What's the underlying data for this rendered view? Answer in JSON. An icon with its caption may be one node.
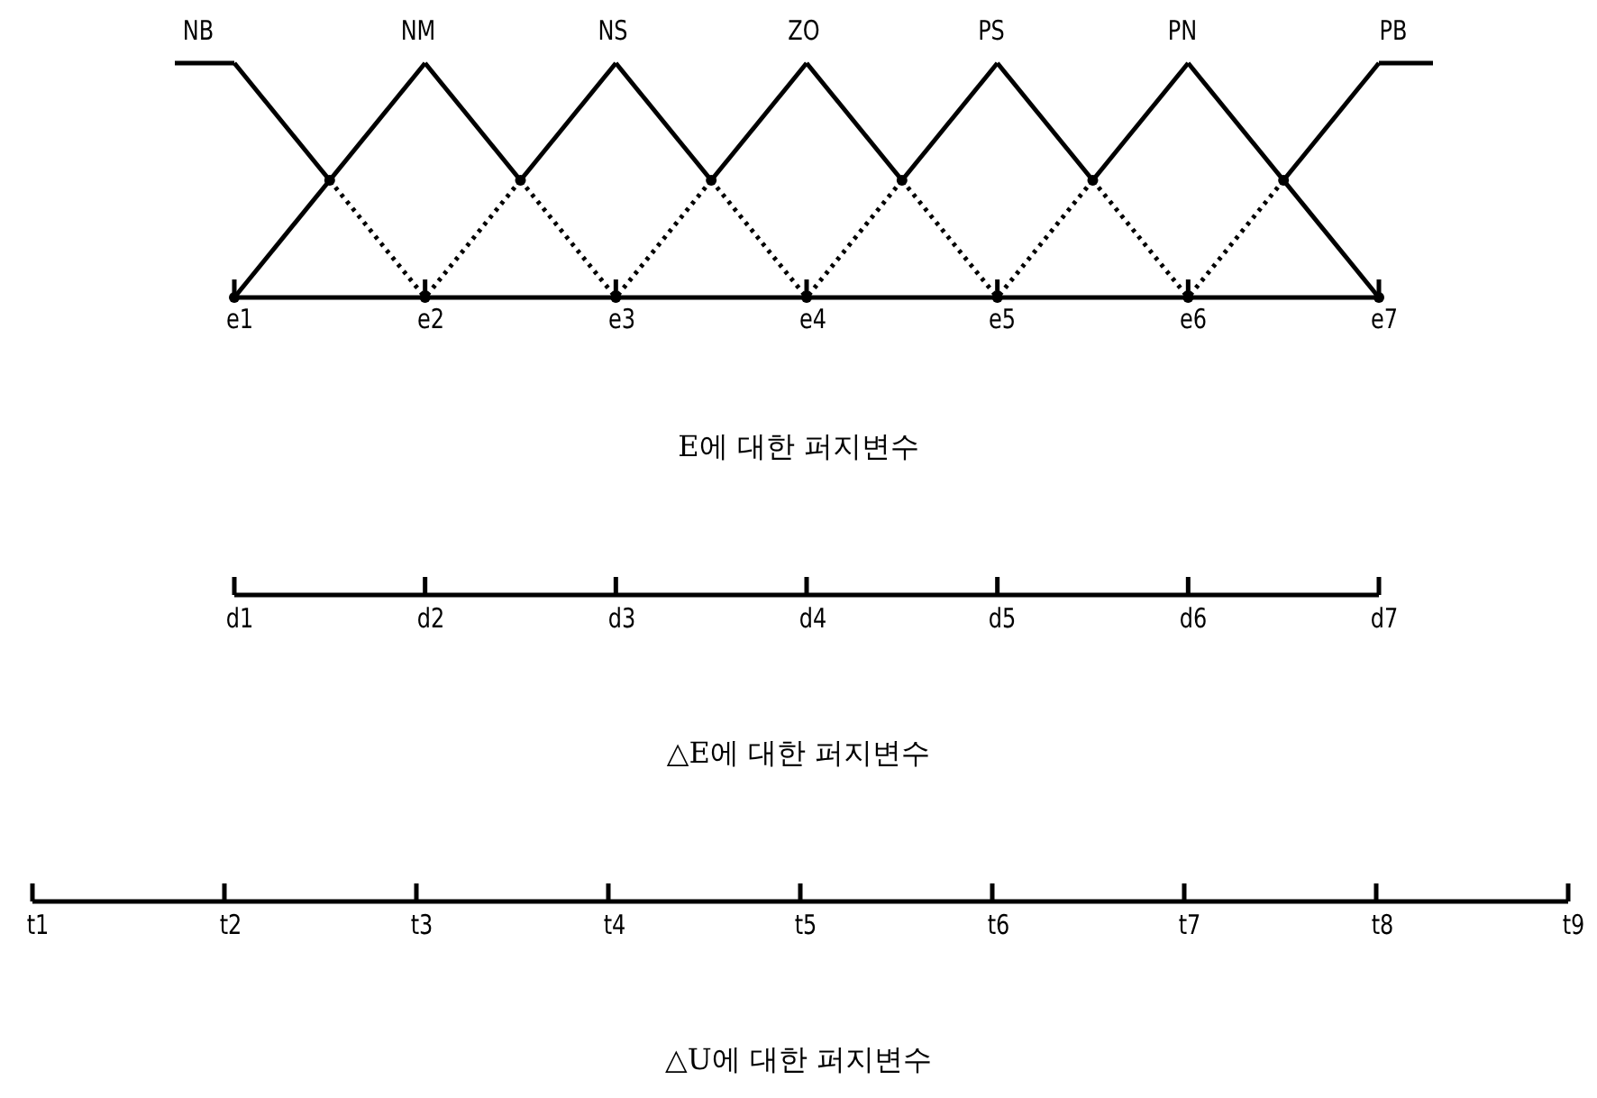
{
  "diagram": {
    "labels": [
      "NB",
      "NM",
      "NS",
      "ZO",
      "PS",
      "PN",
      "PB",
      "e1",
      "e2",
      "e3",
      "e4",
      "e5",
      "e6",
      "e7",
      "E에 대한 퍼지변수",
      "d1",
      "d2",
      "d3",
      "d4",
      "d5",
      "d6",
      "d7",
      "△E에 대한 퍼지변수",
      "t1",
      "t2",
      "t3",
      "t4",
      "t5",
      "t6",
      "t7",
      "t8",
      "t9",
      "△U에 대한 퍼지변수"
    ]
  }
}
